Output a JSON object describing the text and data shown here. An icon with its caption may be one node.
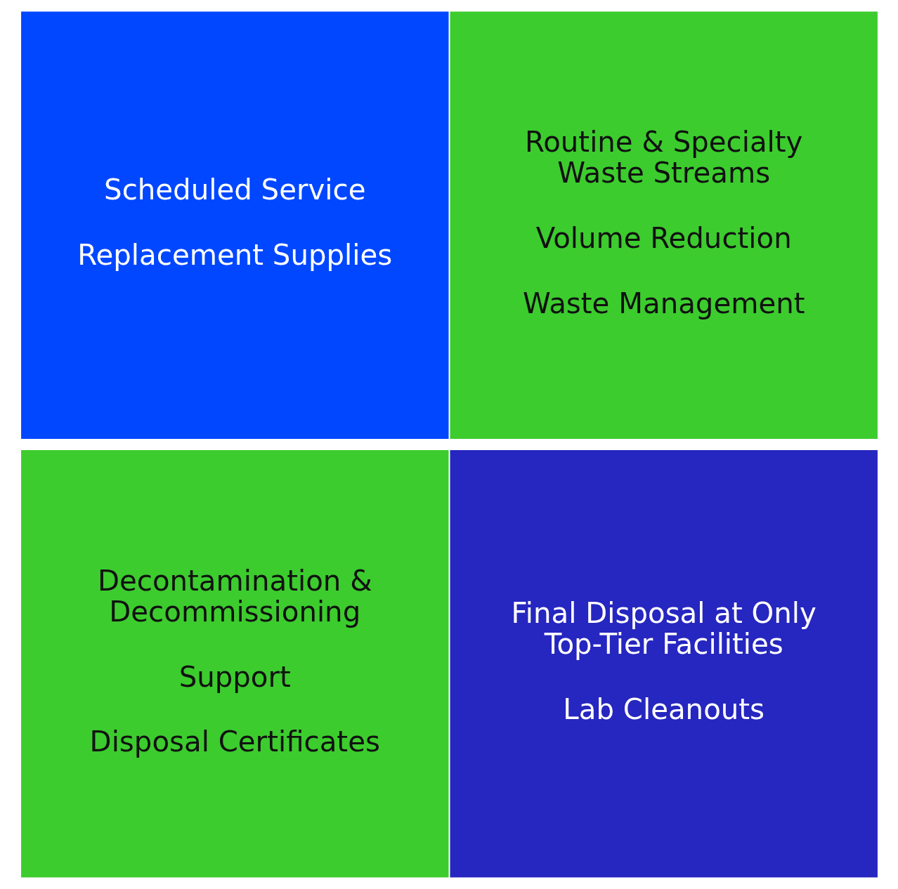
{
  "diagram": {
    "nodes": [
      {
        "text": [
          "Scheduled Service",
          "Replacement Supplies"
        ]
      },
      {
        "text": [
          "Routine & Specialty Waste Streams",
          "Volume Reduction",
          "Waste Management"
        ]
      },
      {
        "text": [
          "Decontamination & Decommissioning",
          "Support",
          "Disposal Certificates"
        ]
      },
      {
        "text": [
          "Final Disposal at Only Top-Tier Facilities",
          "Lab Cleanouts"
        ]
      }
    ]
  }
}
